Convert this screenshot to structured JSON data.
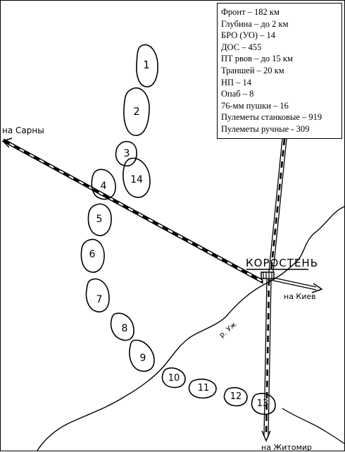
{
  "legend": {
    "items": [
      "Фронт – 182 км",
      "Глубина – до 2 км",
      "БРО (УО) – 14",
      "ДОС – 455",
      "ПТ рвов – до 15 км",
      "Траншей – 20 км",
      "НП – 14",
      "Опаб – 8",
      "76-мм пушки – 16",
      "Пулеметы станковые – 919",
      "Пулеметы ручные - 309"
    ]
  },
  "labels": {
    "sarny": "на Сарны",
    "city": "КОРОСТЕНЬ",
    "kiev": "на Киев",
    "zhitomir": "на Житомир",
    "river": "р. Уж"
  },
  "strongpoints": [
    "1",
    "2",
    "3",
    "14",
    "4",
    "5",
    "6",
    "7",
    "8",
    "9",
    "10",
    "11",
    "12",
    "13"
  ]
}
